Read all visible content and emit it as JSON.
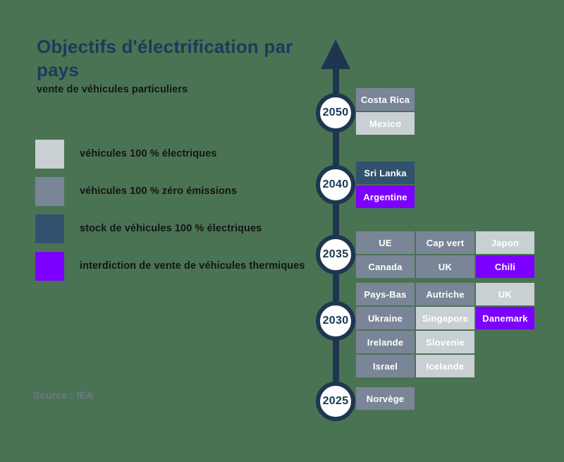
{
  "header": {
    "title": "Objectifs d'électrification par pays",
    "subtitle": "vente de véhicules particuliers"
  },
  "legend": {
    "items": [
      {
        "label": "véhicules 100 % électriques",
        "color": "#c8d0d4",
        "key": "full-electric"
      },
      {
        "label": "véhicules 100 % zéro émissions",
        "color": "#7b8598",
        "key": "zero-emission"
      },
      {
        "label": " stock de véhicules 100 % électriques",
        "color": "#32516e",
        "key": "electric-stock"
      },
      {
        "label": "interdiction de vente de véhicules thermiques",
        "color": "#7b00ff",
        "key": "ice-ban"
      }
    ]
  },
  "source": "Source : IEA",
  "colors": {
    "background": "#4a7353",
    "axis": "#1e3650",
    "title": "#1e3a5a",
    "light_gray": "#c8d0d4",
    "slate": "#7b8598",
    "navy": "#32516e",
    "purple": "#7b00ff"
  },
  "timeline": {
    "years": [
      {
        "year": "2050",
        "rows": [
          [
            {
              "country": "Costa Rica",
              "color": "#7b8598"
            }
          ],
          [
            {
              "country": "Mexico",
              "color": "#c8d0d4"
            }
          ]
        ]
      },
      {
        "year": "2040",
        "rows": [
          [
            {
              "country": "Sri Lanka",
              "color": "#32516e"
            }
          ],
          [
            {
              "country": "Argentine",
              "color": "#7b00ff"
            }
          ]
        ]
      },
      {
        "year": "2035",
        "rows": [
          [
            {
              "country": "UE",
              "color": "#7b8598"
            },
            {
              "country": "Cap vert",
              "color": "#7b8598"
            },
            {
              "country": "Japon",
              "color": "#c8d0d4"
            }
          ],
          [
            {
              "country": "Canada",
              "color": "#7b8598"
            },
            {
              "country": "UK",
              "color": "#7b8598"
            },
            {
              "country": "Chili",
              "color": "#7b00ff"
            }
          ]
        ]
      },
      {
        "year": "2030",
        "rows": [
          [
            {
              "country": "Pays-Bas",
              "color": "#7b8598"
            },
            {
              "country": "Autriche",
              "color": "#7b8598"
            },
            {
              "country": "UK",
              "color": "#c8d0d4"
            }
          ],
          [
            {
              "country": "Ukraine",
              "color": "#7b8598"
            },
            {
              "country": "Singapore",
              "color": "#c8d0d4"
            },
            {
              "country": "Danemark",
              "color": "#7b00ff"
            }
          ],
          [
            {
              "country": "Irelande",
              "color": "#7b8598"
            },
            {
              "country": "Slovenie",
              "color": "#c8d0d4"
            }
          ],
          [
            {
              "country": "Israel",
              "color": "#7b8598"
            },
            {
              "country": "Icelande",
              "color": "#c8d0d4"
            }
          ]
        ]
      },
      {
        "year": "2025",
        "rows": [
          [
            {
              "country": "Norvège",
              "color": "#7b8598"
            }
          ]
        ]
      }
    ]
  }
}
